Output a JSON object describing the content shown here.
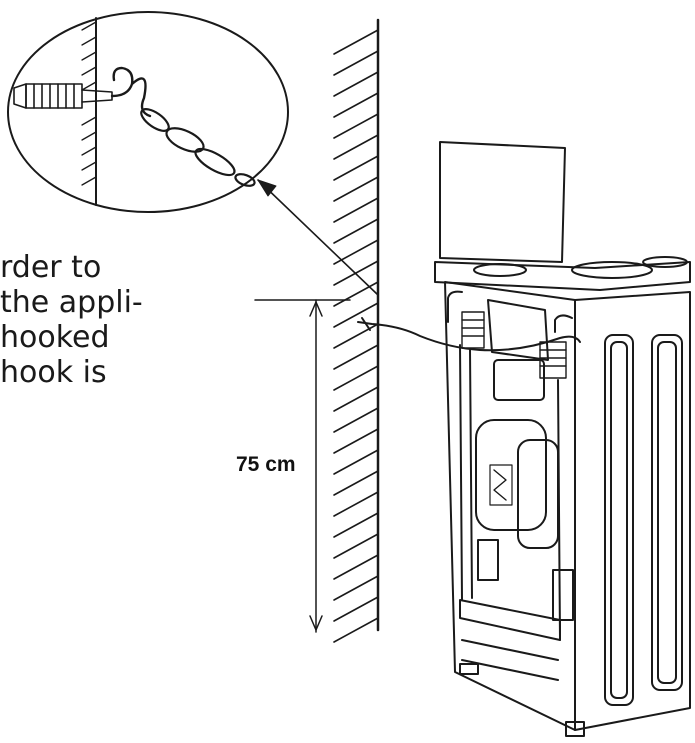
{
  "text_fragment": {
    "lines": [
      "rder to",
      "the appli-",
      "hooked",
      "hook is"
    ]
  },
  "dimension": {
    "label": "75 cm"
  },
  "colors": {
    "ink": "#1a1a1a",
    "paper": "#ffffff"
  },
  "icons": [
    "wall-plug-icon",
    "hook-icon",
    "chain-icon",
    "appliance-illustration"
  ]
}
